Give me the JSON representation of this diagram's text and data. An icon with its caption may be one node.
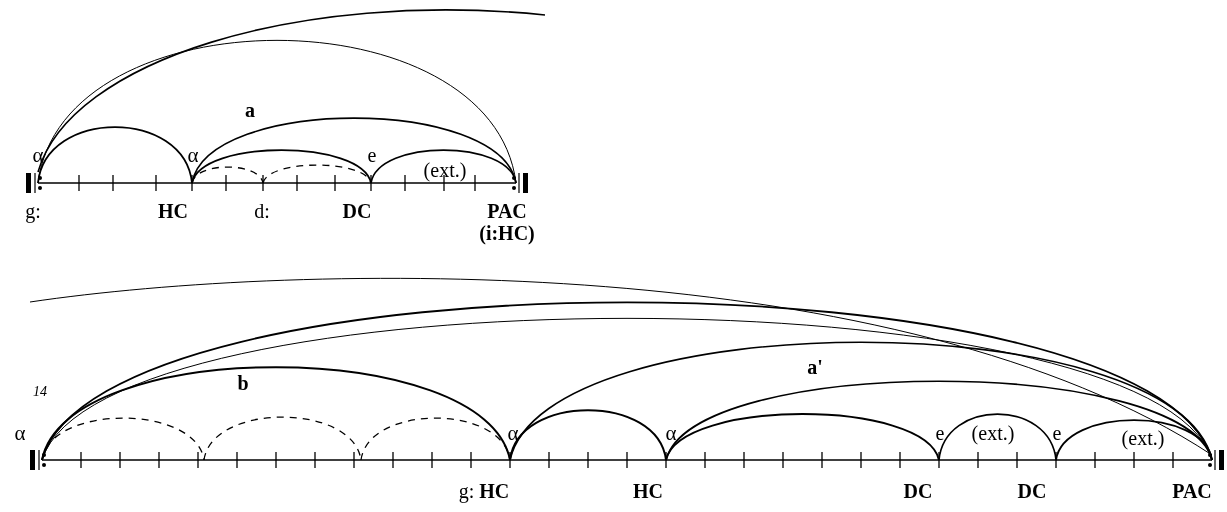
{
  "diagram": {
    "labels": [
      "α",
      "a",
      "α",
      "e",
      "(ext.)",
      "g:",
      "HC",
      "d:",
      "DC",
      "PAC",
      "(i:HC)",
      "14",
      "b",
      "a'",
      "α",
      "α",
      "α",
      "e",
      "(ext.)",
      "e",
      "(ext.)",
      "g: **HC**",
      "HC",
      "DC",
      "DC",
      "PAC"
    ]
  }
}
